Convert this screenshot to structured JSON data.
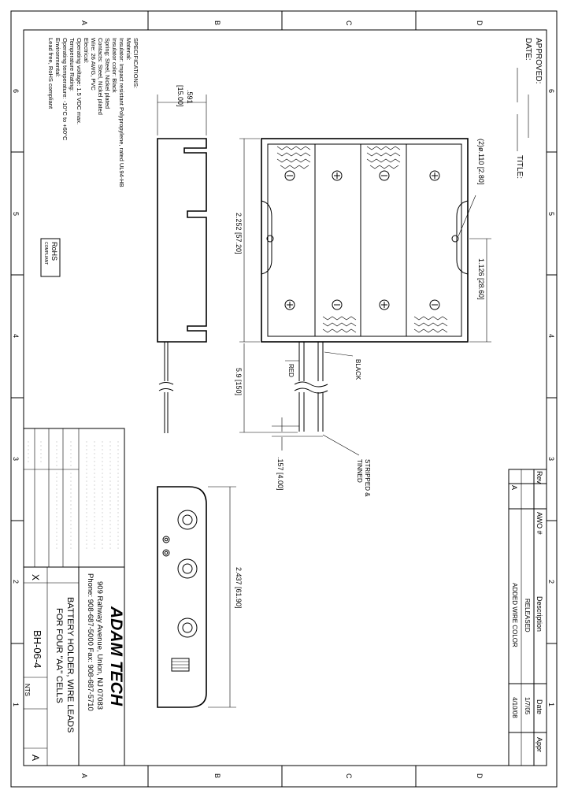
{
  "zones": {
    "letters": [
      "A",
      "B",
      "C",
      "D"
    ],
    "numbers": [
      "6",
      "5",
      "4",
      "3",
      "2",
      "1"
    ]
  },
  "title_fields": {
    "approved": "APPROVED:",
    "date": "DATE:",
    "title": "TITLE:"
  },
  "specifications": {
    "heading": "SPECIFICATIONS:",
    "lines": [
      "Material:",
      "Insulator: Impact resistant Polypropylene, rated UL94-HB",
      "Insulator color: Black",
      "Spring: Steel, Nickel plated",
      "Contacts: Steel, Nickel plated",
      "Wire: 26 AWG, PVC",
      "Electrical:",
      "Operating voltage: 1.5 VDC max.",
      "Temperature Rating:",
      "Operating temperature: -10°C to +60°C",
      "Environmental:",
      "Lead free, RoHS compliant"
    ],
    "rohs_badge": "RoHS",
    "rohs_sub": "COMPLIANT"
  },
  "dimensions": {
    "height": ".591",
    "height_mm": "[15.00]",
    "hole": "(2)ø.110 [2.80]",
    "body_length": "2.252 [57.20]",
    "half_length": "1.126 [28.60]",
    "lead_length": "5.9 [150]",
    "strip_length": ".157 [4.00]",
    "width": "2.437 [61.90]"
  },
  "labels": {
    "red": "RED",
    "black": "BLACK",
    "stripped_1": "STRIPPED &",
    "stripped_2": "TINNED"
  },
  "revision_table": {
    "headers": {
      "rev": "Rev",
      "awo": "AWO #",
      "description": "Description",
      "date": "Date",
      "appr": "Appr"
    },
    "rows": [
      {
        "rev": "",
        "awo": "",
        "description": "RELEASED",
        "date": "1/7/05",
        "appr": ""
      },
      {
        "rev": "A",
        "awo": "",
        "description": "ADDED WIRE COLOR",
        "date": "4/10/08",
        "appr": ""
      }
    ]
  },
  "company": {
    "name": "ADAM TECH",
    "address": "909 Rahway Avenue, Union, NJ 07083",
    "phone": "Phone: 908-687-5000  Fax: 908-687-5710"
  },
  "part": {
    "title_line1": "BATTERY HOLDER, WIRE LEADS",
    "title_line2": "FOR FOUR \"AA\" CELLS",
    "number": "BH-06-4",
    "size": "X",
    "scale": "NTS",
    "rev": "A"
  }
}
